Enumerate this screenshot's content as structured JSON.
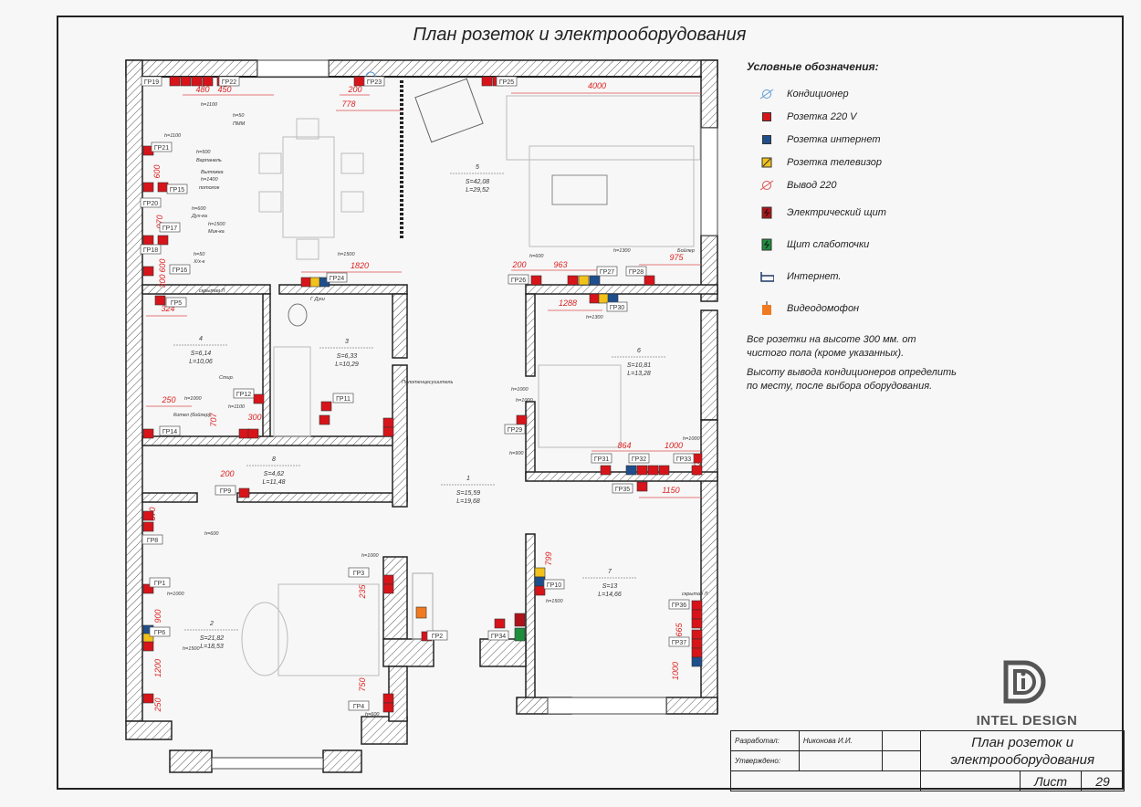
{
  "title": "План розеток и электрооборудования",
  "legend": {
    "header": "Условные обозначения:",
    "items": [
      {
        "label": "Кондиционер",
        "icon": "air-conditioner-icon",
        "color": "#5b9bd5"
      },
      {
        "label": "Розетка 220 V",
        "icon": "socket-220-icon",
        "color": "#d7141a"
      },
      {
        "label": "Розетка интернет",
        "icon": "socket-internet-icon",
        "color": "#1f4e8c"
      },
      {
        "label": "Розетка телевизор",
        "icon": "socket-tv-icon",
        "color": "#f2c21b"
      },
      {
        "label": "Вывод 220",
        "icon": "outlet-220-icon",
        "color": "#d9534f"
      },
      {
        "label": "Электрический щит",
        "icon": "electrical-panel-icon",
        "color": "#b0121a"
      },
      {
        "label": "Щит слаботочки",
        "icon": "low-voltage-panel-icon",
        "color": "#1e8e3e"
      },
      {
        "label": "Интернет.",
        "icon": "internet-icon",
        "color": "#1f3a6b"
      },
      {
        "label": "Видеодомофон",
        "icon": "video-intercom-icon",
        "color": "#f07a22"
      }
    ],
    "note1": "Все розетки на высоте 300 мм. от чистого пола (кроме указанных).",
    "note2": "Высоту вывода кондиционеров определить по месту, после выбора оборудования."
  },
  "rooms": [
    {
      "number": "5",
      "area": "S=42,08",
      "perimeter": "L=29,52"
    },
    {
      "number": "4",
      "area": "S=6,14",
      "perimeter": "L=10,06"
    },
    {
      "number": "3",
      "area": "S=6,33",
      "perimeter": "L=10,29"
    },
    {
      "number": "6",
      "area": "S=10,81",
      "perimeter": "L=13,28"
    },
    {
      "number": "1",
      "area": "S=15,59",
      "perimeter": "L=19,68"
    },
    {
      "number": "8",
      "area": "S=4,62",
      "perimeter": "L=11,48"
    },
    {
      "number": "7",
      "area": "S=13",
      "perimeter": "L=14,66"
    },
    {
      "number": "2",
      "area": "S=21,82",
      "perimeter": "L=18,53"
    }
  ],
  "groups": [
    "ГР19",
    "ГР22",
    "ГР23",
    "ГР25",
    "ГР21",
    "ГР15",
    "ГР20",
    "ГР17",
    "ГР18",
    "ГР16",
    "ГР24",
    "ГР26",
    "ГР27",
    "ГР28",
    "ГР30",
    "ГР5",
    "ГР12",
    "ГР11",
    "ГР14",
    "ГР29",
    "ГР31",
    "ГР32",
    "ГР33",
    "ГР9",
    "ГР35",
    "ГР8",
    "ГР1",
    "ГР6",
    "ГР3",
    "ГР4",
    "ГР2",
    "ГР34",
    "ГР10",
    "ГР36",
    "ГР37"
  ],
  "dimensions": [
    "480",
    "450",
    "200",
    "778",
    "4000",
    "1820",
    "200",
    "963",
    "975",
    "1288",
    "324",
    "250",
    "707",
    "300",
    "200",
    "864",
    "1000",
    "960",
    "1150",
    "370",
    "900",
    "1200",
    "250",
    "235",
    "750",
    "799",
    "665",
    "1000",
    "970",
    "600",
    "300",
    "600"
  ],
  "annotations": [
    "h=1100",
    "h=50",
    "ПММ",
    "h=1100",
    "h=500",
    "Варпанель",
    "Вытяжка",
    "h=1400",
    "потолок",
    "h=600",
    "Дух-ка",
    "h=1500",
    "Мик-ка",
    "h=50",
    "Х/х-к",
    "h=1500",
    "h=600",
    "h=1300",
    "Бойлер",
    "h=1300",
    "скрытая Л",
    "Стир.",
    "h=1100",
    "Котел (бойлер)",
    "h=1000",
    "Г Душ",
    "Полотенцесушитель",
    "h=1000",
    "h=1000",
    "h=600",
    "h=1000",
    "h=1500",
    "h=1000",
    "h=600",
    "h=1500",
    "скрытая Л",
    "h=1000",
    "h=900"
  ],
  "title_block": {
    "developed_label": "Разработал:",
    "developer": "Никонова И.И.",
    "approved_label": "Утверждено:",
    "drawing_title": "План розеток и электрооборудования",
    "sheet_label": "Лист",
    "sheet_number": "29"
  },
  "logo": {
    "brand": "INTEL DESIGN",
    "monogram": "ID"
  }
}
